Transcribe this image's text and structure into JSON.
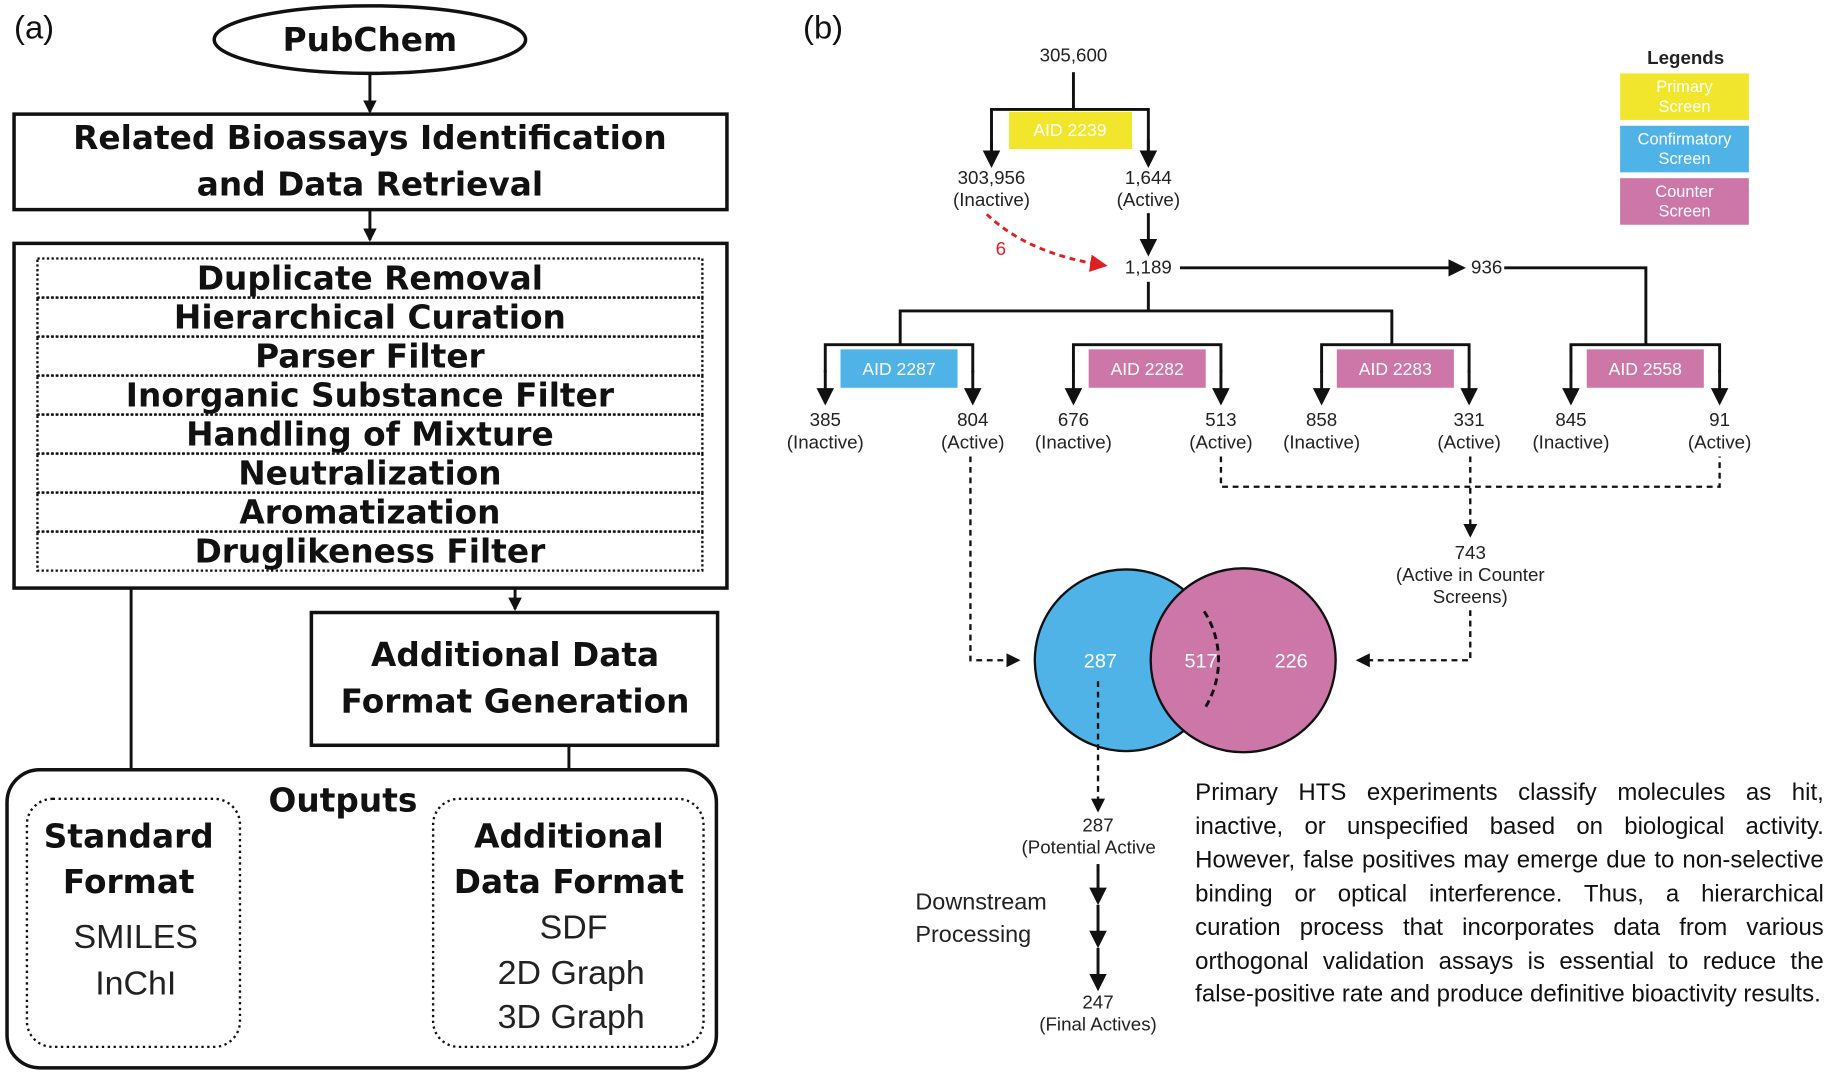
{
  "panel_a": {
    "label": "(a)",
    "source": "PubChem",
    "retrieval": [
      "Related Bioassays Identification",
      "and Data Retrieval"
    ],
    "curation_steps": [
      "Duplicate Removal",
      "Hierarchical Curation",
      "Parser Filter",
      "Inorganic Substance Filter",
      "Handling of Mixture",
      "Neutralization",
      "Aromatization",
      "Druglikeness Filter"
    ],
    "additional_generation": [
      "Additional Data",
      "Format Generation"
    ],
    "outputs": {
      "title": "Outputs",
      "standard": {
        "title": [
          "Standard",
          "Format"
        ],
        "items": [
          "SMILES",
          "InChI"
        ]
      },
      "additional": {
        "title": [
          "Additional",
          "Data Format"
        ],
        "items": [
          "SDF",
          "2D Graph",
          "3D Graph"
        ]
      }
    }
  },
  "panel_b": {
    "label": "(b)",
    "total": "305,600",
    "aid_primary": "AID 2239",
    "primary_inactive": {
      "count": "303,956",
      "label": "(Inactive)"
    },
    "primary_active": {
      "count": "1,644",
      "label": "(Active)"
    },
    "removed_count": "6",
    "after_removal": "1,189",
    "side_count": "936",
    "assays": [
      {
        "aid": "AID 2287",
        "type": "confirmatory",
        "inactive": "385",
        "active": "804"
      },
      {
        "aid": "AID 2282",
        "type": "counter",
        "inactive": "676",
        "active": "513"
      },
      {
        "aid": "AID 2283",
        "type": "counter",
        "inactive": "858",
        "active": "331"
      },
      {
        "aid": "AID 2558",
        "type": "counter",
        "inactive": "845",
        "active": "91"
      }
    ],
    "inactive_label": "(Inactive)",
    "active_label": "(Active)",
    "counter_active": {
      "count": "743",
      "label": [
        "(Active in Counter",
        "Screens)"
      ]
    },
    "venn": {
      "left": "287",
      "overlap": "517",
      "right": "226"
    },
    "potential_active": {
      "count": "287",
      "label": "(Potential Active"
    },
    "downstream": [
      "Downstream",
      "Processing"
    ],
    "final": {
      "count": "247",
      "label": "(Final Actives)"
    },
    "legend": {
      "title": "Legends",
      "items": [
        {
          "label": [
            "Primary",
            "Screen"
          ],
          "color": "#f2e62c"
        },
        {
          "label": [
            "Confirmatory",
            "Screen"
          ],
          "color": "#4fb3e8"
        },
        {
          "label": [
            "Counter",
            "Screen"
          ],
          "color": "#cc77a8"
        }
      ]
    },
    "colors": {
      "primary": "#f2e62c",
      "confirmatory": "#4fb3e8",
      "counter": "#cc77a8",
      "removed_arrow": "#e02020"
    },
    "caption": "Primary HTS experiments classify molecules as hit, inactive, or unspecified based on biological activity. However, false positives may emerge due to non-selective binding or optical interference. Thus, a hierarchical curation process that incorporates data from various orthogonal validation assays is essential to reduce the false-positive rate and produce definitive bioactivity results."
  }
}
